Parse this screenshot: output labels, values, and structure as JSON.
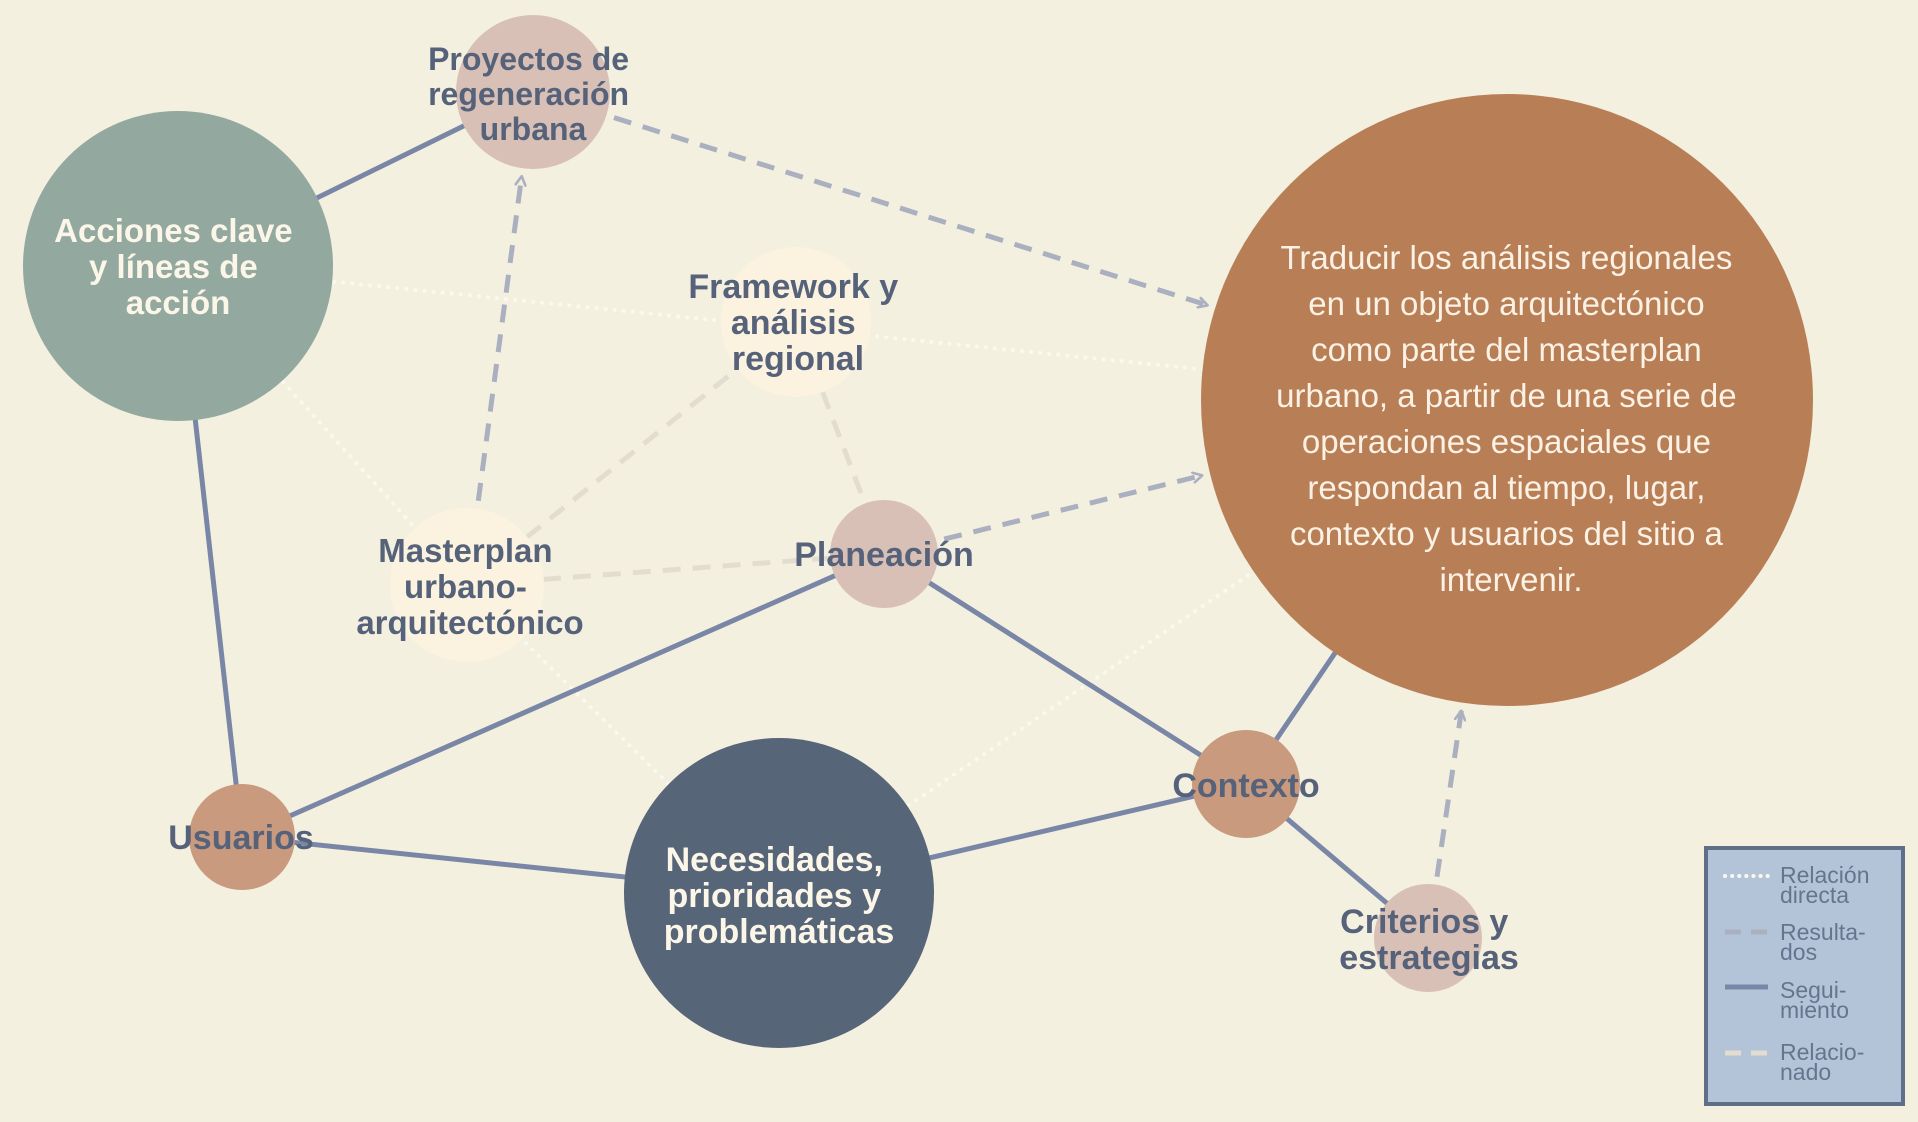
{
  "nodes": {
    "proyectos": {
      "lines": [
        "Proyectos de",
        "regeneración",
        "urbana"
      ],
      "fill": "#d8c0b6"
    },
    "acciones": {
      "lines": [
        "Acciones clave",
        "y líneas de",
        "acción"
      ],
      "fill": "#93a89f"
    },
    "framework": {
      "lines": [
        "Framework y",
        "análisis",
        "regional"
      ],
      "fill": "#fbf3df"
    },
    "masterplan": {
      "lines": [
        "Masterplan",
        "urbano-",
        "arquitectónico"
      ],
      "fill": "#fbf3df"
    },
    "planeacion": {
      "lines": [
        "Planeación"
      ],
      "fill": "#d8c0b6"
    },
    "usuarios": {
      "lines": [
        "Usuarios"
      ],
      "fill": "#c99a7d"
    },
    "necesidades": {
      "lines": [
        "Necesidades,",
        "prioridades y",
        "problemáticas"
      ],
      "fill": "#566578"
    },
    "contexto": {
      "lines": [
        "Contexto"
      ],
      "fill": "#c99a7d"
    },
    "criterios": {
      "lines": [
        "Criterios y",
        "estrategias"
      ],
      "fill": "#d8c0b6"
    },
    "objetivo": {
      "fill": "#b87f57",
      "lines": [
        "Traducir los análisis regionales",
        "en un objeto arquitectónico",
        "como parte del masterplan",
        "urbano, a partir de una serie de",
        "operaciones espaciales que",
        "respondan al tiempo, lugar,",
        "contexto y usuarios del sitio a",
        "intervenir."
      ]
    }
  },
  "edges": [
    {
      "from": "acciones",
      "to": "proyectos",
      "type": "seguimiento"
    },
    {
      "from": "acciones",
      "to": "usuarios",
      "type": "seguimiento"
    },
    {
      "from": "usuarios",
      "to": "planeacion",
      "type": "seguimiento"
    },
    {
      "from": "usuarios",
      "to": "necesidades",
      "type": "seguimiento"
    },
    {
      "from": "necesidades",
      "to": "contexto",
      "type": "seguimiento"
    },
    {
      "from": "planeacion",
      "to": "contexto",
      "type": "seguimiento"
    },
    {
      "from": "contexto",
      "to": "objetivo",
      "type": "seguimiento"
    },
    {
      "from": "contexto",
      "to": "criterios",
      "type": "seguimiento"
    },
    {
      "from": "proyectos",
      "to": "objetivo",
      "type": "resultados"
    },
    {
      "from": "masterplan",
      "to": "proyectos",
      "type": "resultados"
    },
    {
      "from": "planeacion",
      "to": "objetivo",
      "type": "resultados"
    },
    {
      "from": "criterios",
      "to": "objetivo",
      "type": "resultados"
    },
    {
      "from": "masterplan",
      "to": "framework",
      "type": "relacionado"
    },
    {
      "from": "framework",
      "to": "planeacion",
      "type": "relacionado"
    },
    {
      "from": "masterplan",
      "to": "planeacion",
      "type": "relacionado"
    },
    {
      "from": "acciones",
      "to": "objetivo",
      "type": "directa"
    },
    {
      "from": "acciones",
      "to": "masterplan",
      "type": "directa"
    },
    {
      "from": "masterplan",
      "to": "necesidades",
      "type": "directa"
    },
    {
      "from": "necesidades",
      "to": "objetivo",
      "type": "directa"
    }
  ],
  "legend": {
    "items": [
      {
        "type": "directa",
        "line1": "Relación",
        "line2": "directa"
      },
      {
        "type": "resultados",
        "line1": "Resulta-",
        "line2": "dos"
      },
      {
        "type": "seguimiento",
        "line1": "Segui-",
        "line2": "miento"
      },
      {
        "type": "relacionado",
        "line1": "Relacio-",
        "line2": "nado"
      }
    ]
  },
  "colors": {
    "background": "#f4f0e0",
    "seguimiento": "#7a86a6",
    "resultados": "#aab0bf",
    "relacionado": "#e3ddd0",
    "directa": "#fbf8ee",
    "legend_bg": "#b4c4d8",
    "legend_border": "#5f6f88",
    "label_dark": "#55627a",
    "label_light": "#fbf6e8"
  }
}
